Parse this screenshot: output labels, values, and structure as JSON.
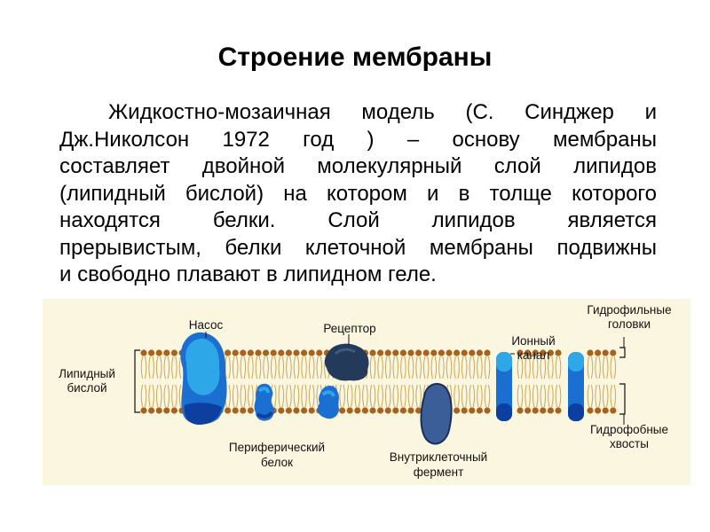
{
  "title": "Строение мембраны",
  "paragraph_lines": [
    "Жидкостно-мозаичная модель (С. Синджер и",
    "Дж.Николсон 1972 год ) – основу мембраны",
    "составляет двойной молекулярный слой липидов",
    "(липидный бислой) на котором и в толще которого",
    "находятся белки. Слой липидов является",
    "прерывистым, белки клеточной мембраны подвижны",
    "и свободно плавают в липидном геле."
  ],
  "diagram": {
    "labels": {
      "pump": "Насос",
      "receptor": "Рецептор",
      "ion_channel_1": "Ионный",
      "ion_channel_2": "канал",
      "hydrophilic_1": "Гидрофильные",
      "hydrophilic_2": "головки",
      "lipid_bilayer_1": "Липидный",
      "lipid_bilayer_2": "бислой",
      "peripheral_1": "Периферический",
      "peripheral_2": "белок",
      "enzyme_1": "Внутриклеточный",
      "enzyme_2": "фермент",
      "hydrophobic_1": "Гидрофобные",
      "hydrophobic_2": "хвосты"
    },
    "colors": {
      "background": "#fbf6df",
      "lipid_head": "#a8621c",
      "lipid_tail": "#c9a85c",
      "protein_light": "#2ea7e8",
      "protein_mid": "#1a6fd0",
      "protein_dark": "#0d3fa0",
      "receptor": "#233a5a",
      "enzyme": "#3b5e98"
    }
  }
}
